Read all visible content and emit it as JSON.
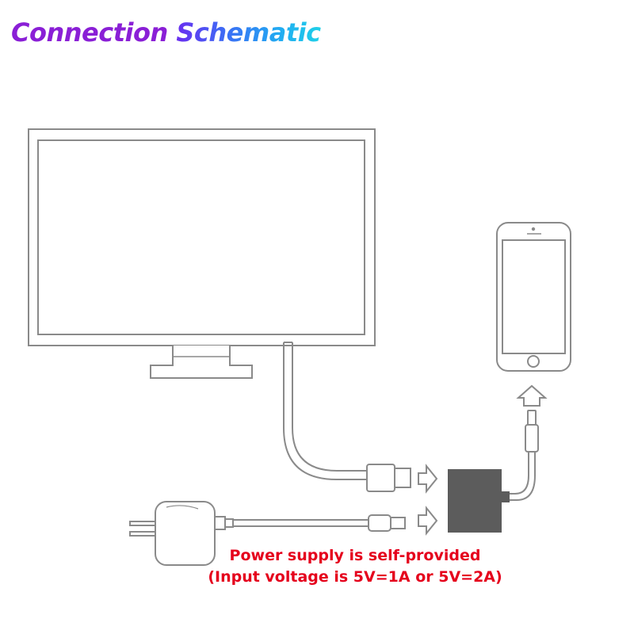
{
  "title": {
    "part1": "Connection",
    "part2": "Schematic"
  },
  "power_note": {
    "line1": "Power supply is self-provided",
    "line2": "(Input voltage is 5V=1A or 5V=2A)"
  },
  "colors": {
    "title_start": "#8a1fd6",
    "title_end": "#1fd0e8",
    "note": "#e5001c",
    "outline": "#8a8a8a",
    "adapter_body": "#5c5c5c"
  },
  "icons": [
    "monitor-icon",
    "smartphone-icon",
    "power-adapter-icon",
    "hdmi-plug-icon",
    "usb-plug-icon",
    "lightning-plug-icon",
    "arrow-right-icon",
    "arrow-up-icon",
    "adapter-hub-icon"
  ]
}
